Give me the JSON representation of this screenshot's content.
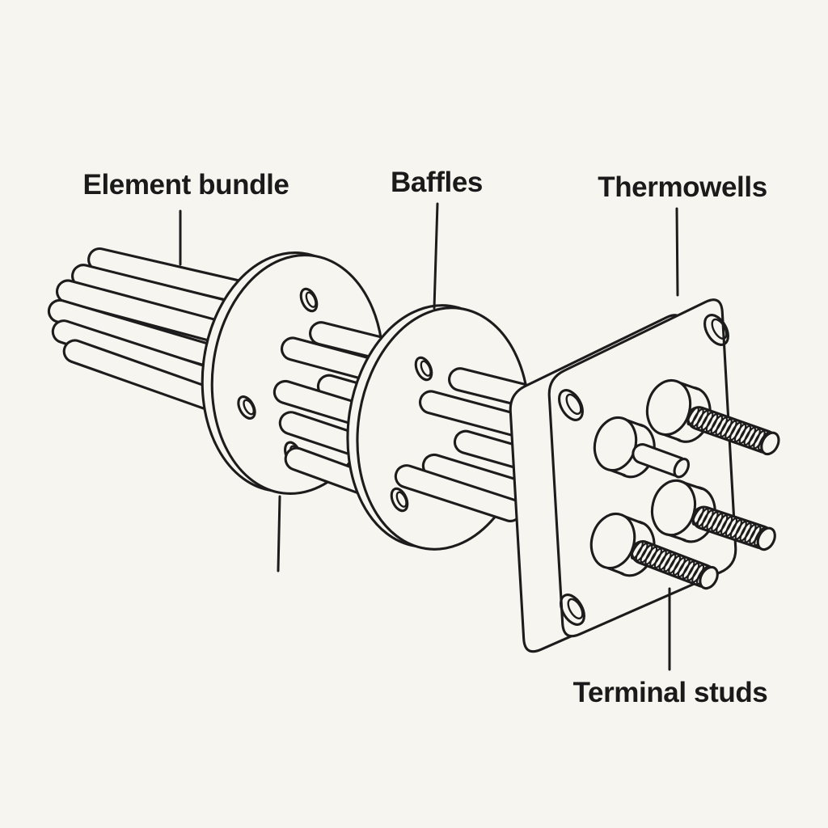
{
  "diagram": {
    "type": "exploded technical illustration - immersion heater assembly",
    "colors": {
      "background": "#f7f5ef",
      "line": "#1c1c1c",
      "text": "#1a1a1a"
    },
    "labels": [
      {
        "id": "element-bundle",
        "text": "Element bundle"
      },
      {
        "id": "baffles",
        "text": "Baffles"
      },
      {
        "id": "thermowells",
        "text": "Thermowells"
      },
      {
        "id": "terminal-studs",
        "text": "Terminal studs"
      }
    ]
  }
}
